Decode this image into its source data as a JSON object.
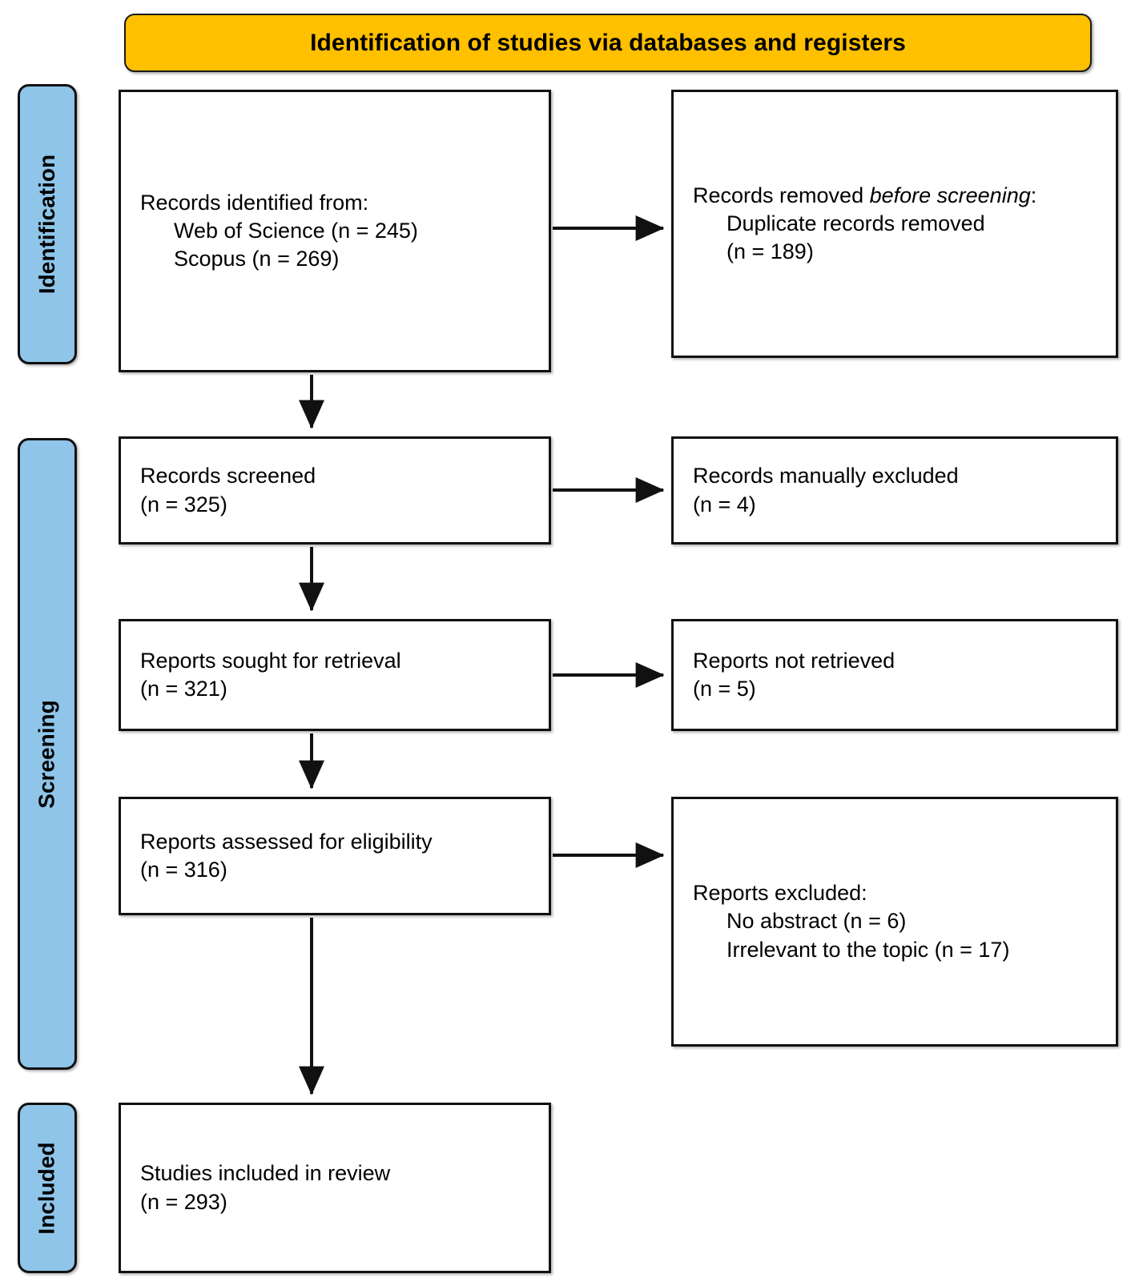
{
  "header": {
    "title": "Identification of studies via databases and registers",
    "fill_color": "#FFC000"
  },
  "stages": {
    "fill_color": "#8FC5E9",
    "items": [
      {
        "id": "identification",
        "label": "Identification"
      },
      {
        "id": "screening",
        "label": "Screening"
      },
      {
        "id": "included",
        "label": "Included"
      }
    ]
  },
  "boxes": {
    "identified": {
      "line1": "Records identified from:",
      "line2": "Web of Science (n = 245)",
      "line3": "Scopus (n = 269)"
    },
    "removed": {
      "line1_plain": "Records removed ",
      "line1_italic": "before screening",
      "line1_suffix": ":",
      "line2": "Duplicate records removed",
      "line3": "(n = 189)"
    },
    "screened": {
      "line1": "Records screened",
      "line2": "(n = 325)"
    },
    "manually_excluded": {
      "line1": "Records manually excluded",
      "line2": "(n = 4)"
    },
    "sought": {
      "line1": "Reports sought for retrieval",
      "line2": "(n = 321)"
    },
    "not_retrieved": {
      "line1": "Reports not retrieved",
      "line2": "(n = 5)"
    },
    "assessed": {
      "line1": "Reports assessed for eligibility",
      "line2": "(n = 316)"
    },
    "reports_excluded": {
      "line1": "Reports excluded:",
      "line2": "No abstract (n = 6)",
      "line3": "Irrelevant to the topic (n = 17)"
    },
    "included_studies": {
      "line1": "Studies included in review",
      "line2": "(n = 293)"
    }
  },
  "chart_data": {
    "type": "diagram",
    "title": "Identification of studies via databases and registers",
    "flow": [
      {
        "stage": "Identification",
        "node": "Records identified from",
        "sources": [
          {
            "name": "Web of Science",
            "n": 245
          },
          {
            "name": "Scopus",
            "n": 269
          }
        ],
        "excluded": {
          "node": "Records removed before screening",
          "reasons": [
            {
              "name": "Duplicate records removed",
              "n": 189
            }
          ]
        }
      },
      {
        "stage": "Screening",
        "node": "Records screened",
        "n": 325,
        "excluded": {
          "node": "Records manually excluded",
          "n": 4
        }
      },
      {
        "stage": "Screening",
        "node": "Reports sought for retrieval",
        "n": 321,
        "excluded": {
          "node": "Reports not retrieved",
          "n": 5
        }
      },
      {
        "stage": "Screening",
        "node": "Reports assessed for eligibility",
        "n": 316,
        "excluded": {
          "node": "Reports excluded",
          "reasons": [
            {
              "name": "No abstract",
              "n": 6
            },
            {
              "name": "Irrelevant to the topic",
              "n": 17
            }
          ]
        }
      },
      {
        "stage": "Included",
        "node": "Studies included in review",
        "n": 293
      }
    ]
  }
}
